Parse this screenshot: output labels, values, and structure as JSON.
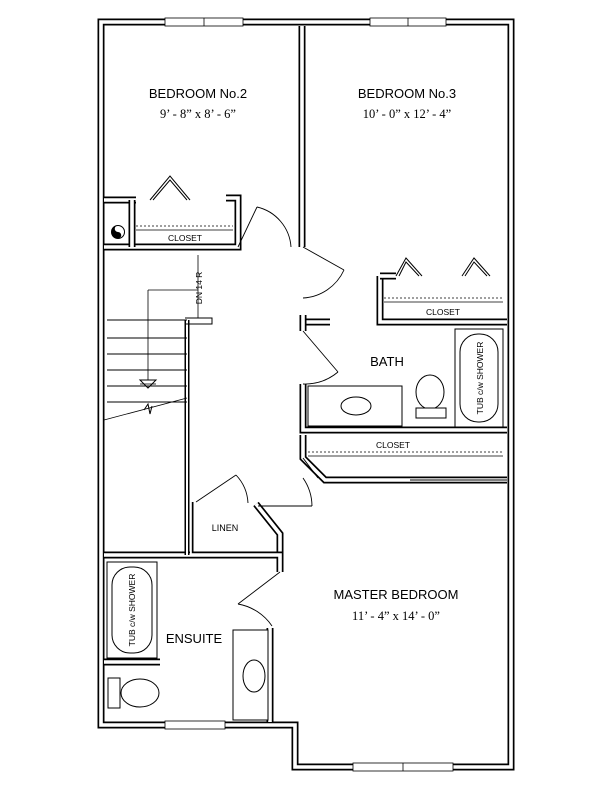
{
  "rooms": {
    "bedroom2": {
      "name": "BEDROOM No.2",
      "dims": "9’ - 8” x 8’ - 6”"
    },
    "bedroom3": {
      "name": "BEDROOM No.3",
      "dims": "10’ - 0” x 12’ - 4”"
    },
    "bath": {
      "name": "BATH"
    },
    "master": {
      "name": "MASTER BEDROOM",
      "dims": "11’ - 4” x 14’ - 0”"
    },
    "ensuite": {
      "name": "ENSUITE"
    },
    "linen": {
      "name": "LINEN"
    }
  },
  "closets": {
    "bedroom2": "CLOSET",
    "bedroom3": "CLOSET",
    "hall": "CLOSET"
  },
  "fixtures": {
    "bath_tub": "TUB c/w SHOWER",
    "ensuite_tub": "TUB c/w SHOWER"
  },
  "stairs": {
    "label": "DN 14 R"
  }
}
